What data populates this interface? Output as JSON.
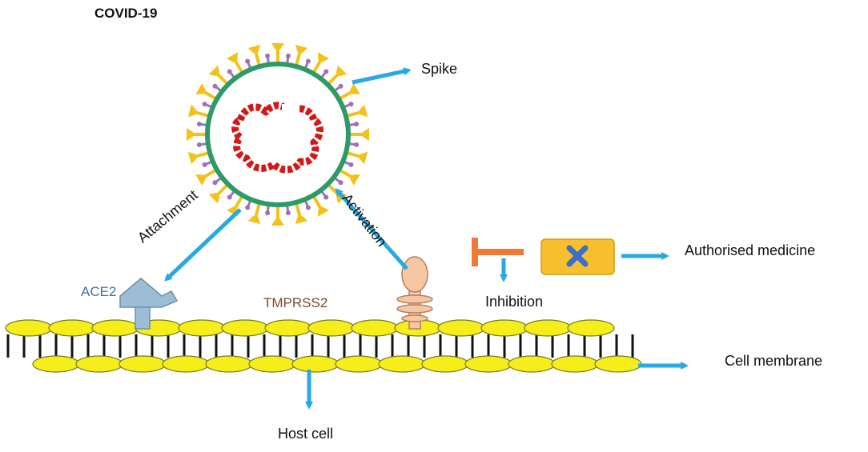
{
  "title": "COVID-19",
  "labels": {
    "spike": "Spike",
    "attachment": "Attachment",
    "activation": "Activation",
    "ace2": "ACE2",
    "tmprss2": "TMPRSS2",
    "inhibition": "Inhibition",
    "authorised_medicine": "Authorised medicine",
    "cell_membrane": "Cell membrane",
    "host_cell": "Host cell"
  },
  "colors": {
    "arrow": "#29a9e1",
    "lipid_head": "#f5ee1a",
    "lipid_outline": "#7a7a20",
    "virus_envelope": "#2e9a67",
    "virus_spike": "#f2c21a",
    "virus_small_protein": "#a070b8",
    "rna": "#d31818",
    "ace2_receptor": "#9dbdd6",
    "tmprss2_protein": "#f7c6a3",
    "inhibitor": "#ef7a35",
    "medicine_box": "#f8c02e",
    "medicine_cross": "#3b6fc9"
  }
}
